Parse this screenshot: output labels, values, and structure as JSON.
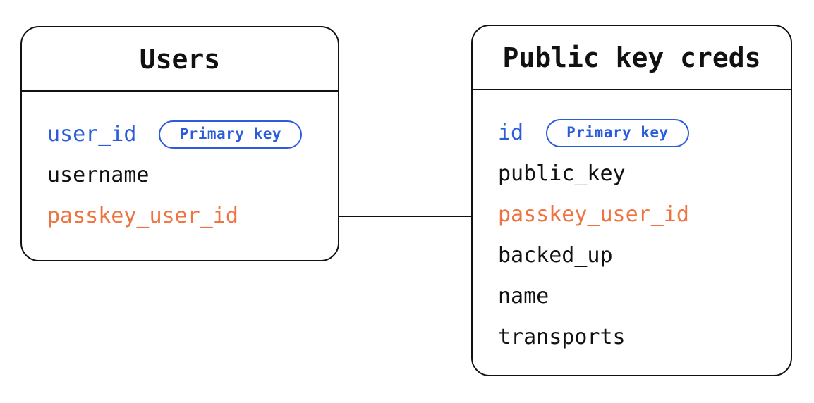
{
  "diagram": {
    "tables": [
      {
        "title": "Users",
        "fields": [
          {
            "name": "user_id",
            "badge": "Primary key",
            "color": "blue"
          },
          {
            "name": "username",
            "color": "black"
          },
          {
            "name": "passkey_user_id",
            "color": "orange"
          }
        ]
      },
      {
        "title": "Public key creds",
        "fields": [
          {
            "name": "id",
            "badge": "Primary key",
            "color": "blue"
          },
          {
            "name": "public_key",
            "color": "black"
          },
          {
            "name": "passkey_user_id",
            "color": "orange"
          },
          {
            "name": "backed_up",
            "color": "black"
          },
          {
            "name": "name",
            "color": "black"
          },
          {
            "name": "transports",
            "color": "black"
          }
        ]
      }
    ],
    "relationship": {
      "from": "Users.passkey_user_id",
      "to": "Public key creds.passkey_user_id"
    }
  },
  "colors": {
    "primary_key_blue": "#2B5CD9",
    "foreign_key_orange": "#ED7340",
    "line_black": "#111111"
  }
}
